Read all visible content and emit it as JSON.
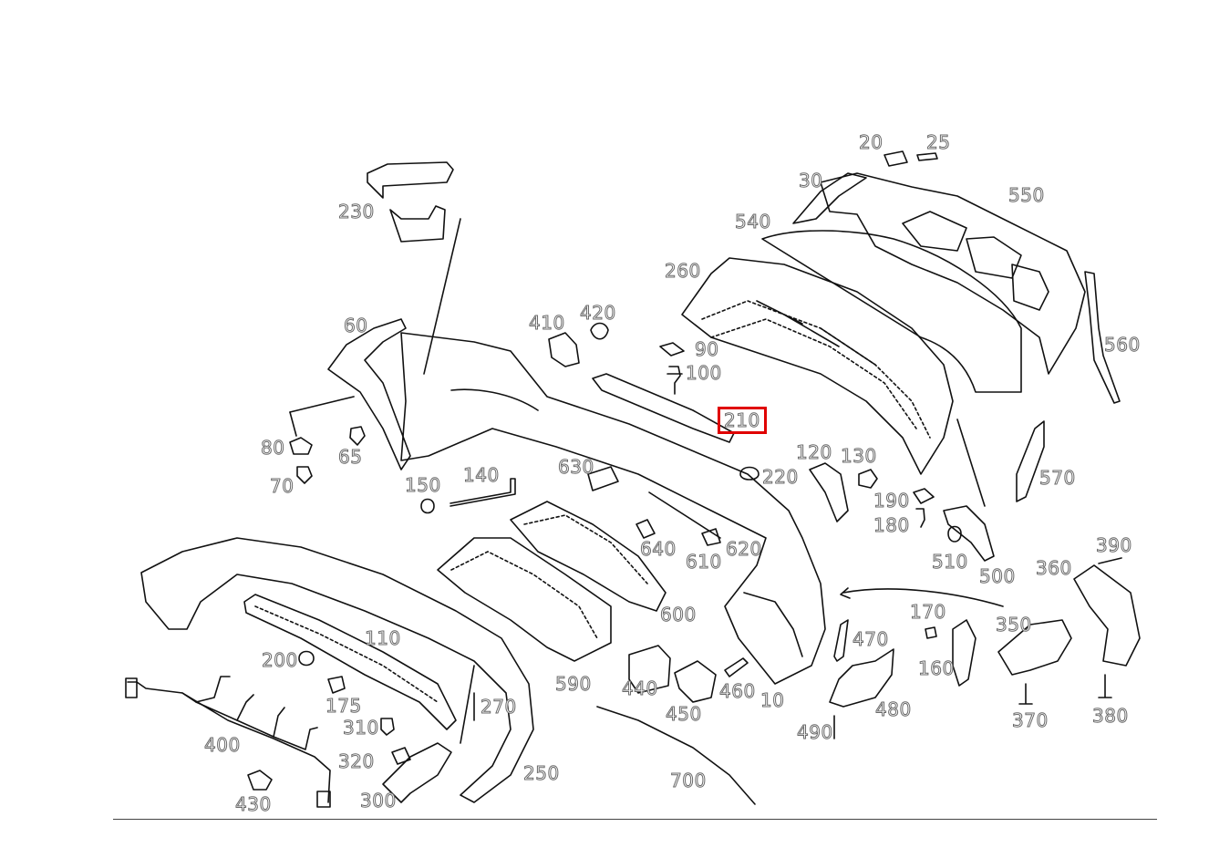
{
  "diagram": {
    "highlight_color": "#e00000",
    "parts": [
      {
        "id": "20"
      },
      {
        "id": "25"
      },
      {
        "id": "30"
      },
      {
        "id": "550"
      },
      {
        "id": "540"
      },
      {
        "id": "230"
      },
      {
        "id": "260"
      },
      {
        "id": "560"
      },
      {
        "id": "60"
      },
      {
        "id": "410"
      },
      {
        "id": "420"
      },
      {
        "id": "90"
      },
      {
        "id": "100"
      },
      {
        "id": "210",
        "highlighted": true
      },
      {
        "id": "80"
      },
      {
        "id": "65"
      },
      {
        "id": "70"
      },
      {
        "id": "150"
      },
      {
        "id": "140"
      },
      {
        "id": "630"
      },
      {
        "id": "120"
      },
      {
        "id": "130"
      },
      {
        "id": "220"
      },
      {
        "id": "570"
      },
      {
        "id": "190"
      },
      {
        "id": "180"
      },
      {
        "id": "640"
      },
      {
        "id": "610"
      },
      {
        "id": "620"
      },
      {
        "id": "510"
      },
      {
        "id": "500"
      },
      {
        "id": "390"
      },
      {
        "id": "360"
      },
      {
        "id": "600"
      },
      {
        "id": "110"
      },
      {
        "id": "170"
      },
      {
        "id": "350"
      },
      {
        "id": "470"
      },
      {
        "id": "200"
      },
      {
        "id": "590"
      },
      {
        "id": "440"
      },
      {
        "id": "450"
      },
      {
        "id": "460"
      },
      {
        "id": "10"
      },
      {
        "id": "160"
      },
      {
        "id": "175"
      },
      {
        "id": "270"
      },
      {
        "id": "480"
      },
      {
        "id": "380"
      },
      {
        "id": "370"
      },
      {
        "id": "490"
      },
      {
        "id": "310"
      },
      {
        "id": "400"
      },
      {
        "id": "320"
      },
      {
        "id": "250"
      },
      {
        "id": "300"
      },
      {
        "id": "700"
      },
      {
        "id": "430"
      }
    ]
  }
}
